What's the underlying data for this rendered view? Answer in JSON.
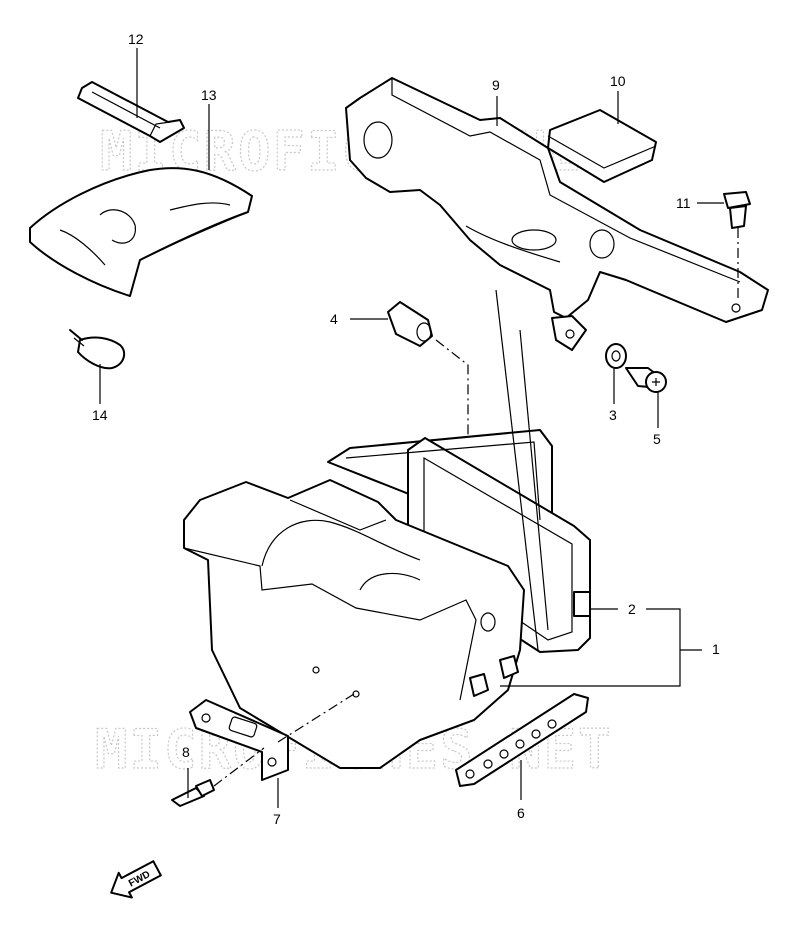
{
  "watermark": {
    "text": "MICROFICHES.NET"
  },
  "parts": [
    {
      "id": "p1",
      "label": "1"
    },
    {
      "id": "p2",
      "label": "2"
    },
    {
      "id": "p3",
      "label": "3"
    },
    {
      "id": "p4",
      "label": "4"
    },
    {
      "id": "p5",
      "label": "5"
    },
    {
      "id": "p6",
      "label": "6"
    },
    {
      "id": "p7",
      "label": "7"
    },
    {
      "id": "p8",
      "label": "8"
    },
    {
      "id": "p9",
      "label": "9"
    },
    {
      "id": "p10",
      "label": "10"
    },
    {
      "id": "p11",
      "label": "11"
    },
    {
      "id": "p12",
      "label": "12"
    },
    {
      "id": "p13",
      "label": "13"
    },
    {
      "id": "p14",
      "label": "14"
    }
  ],
  "fwd": {
    "text": "FWD"
  }
}
